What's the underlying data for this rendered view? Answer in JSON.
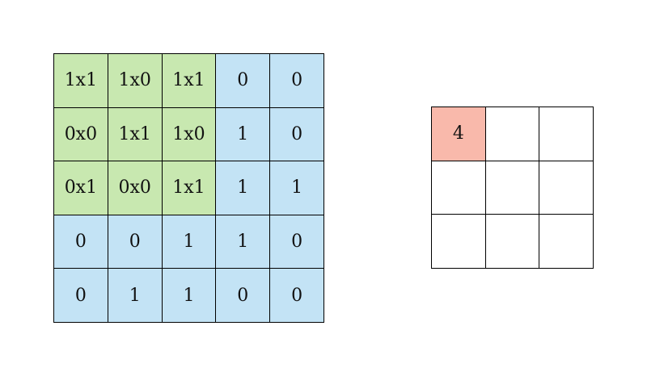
{
  "colors": {
    "kernel_window": "#c8e8b0",
    "input_cell": "#c3e3f5",
    "output_active": "#f9b9ab",
    "output_empty": "#ffffff"
  },
  "input_grid": {
    "rows": [
      [
        {
          "text": "1x1",
          "in_kernel": true
        },
        {
          "text": "1x0",
          "in_kernel": true
        },
        {
          "text": "1x1",
          "in_kernel": true
        },
        {
          "text": "0",
          "in_kernel": false
        },
        {
          "text": "0",
          "in_kernel": false
        }
      ],
      [
        {
          "text": "0x0",
          "in_kernel": true
        },
        {
          "text": "1x1",
          "in_kernel": true
        },
        {
          "text": "1x0",
          "in_kernel": true
        },
        {
          "text": "1",
          "in_kernel": false
        },
        {
          "text": "0",
          "in_kernel": false
        }
      ],
      [
        {
          "text": "0x1",
          "in_kernel": true
        },
        {
          "text": "0x0",
          "in_kernel": true
        },
        {
          "text": "1x1",
          "in_kernel": true
        },
        {
          "text": "1",
          "in_kernel": false
        },
        {
          "text": "1",
          "in_kernel": false
        }
      ],
      [
        {
          "text": "0",
          "in_kernel": false
        },
        {
          "text": "0",
          "in_kernel": false
        },
        {
          "text": "1",
          "in_kernel": false
        },
        {
          "text": "1",
          "in_kernel": false
        },
        {
          "text": "0",
          "in_kernel": false
        }
      ],
      [
        {
          "text": "0",
          "in_kernel": false
        },
        {
          "text": "1",
          "in_kernel": false
        },
        {
          "text": "1",
          "in_kernel": false
        },
        {
          "text": "0",
          "in_kernel": false
        },
        {
          "text": "0",
          "in_kernel": false
        }
      ]
    ]
  },
  "output_grid": {
    "rows": [
      [
        {
          "text": "4",
          "active": true
        },
        {
          "text": "",
          "active": false
        },
        {
          "text": "",
          "active": false
        }
      ],
      [
        {
          "text": "",
          "active": false
        },
        {
          "text": "",
          "active": false
        },
        {
          "text": "",
          "active": false
        }
      ],
      [
        {
          "text": "",
          "active": false
        },
        {
          "text": "",
          "active": false
        },
        {
          "text": "",
          "active": false
        }
      ]
    ]
  }
}
